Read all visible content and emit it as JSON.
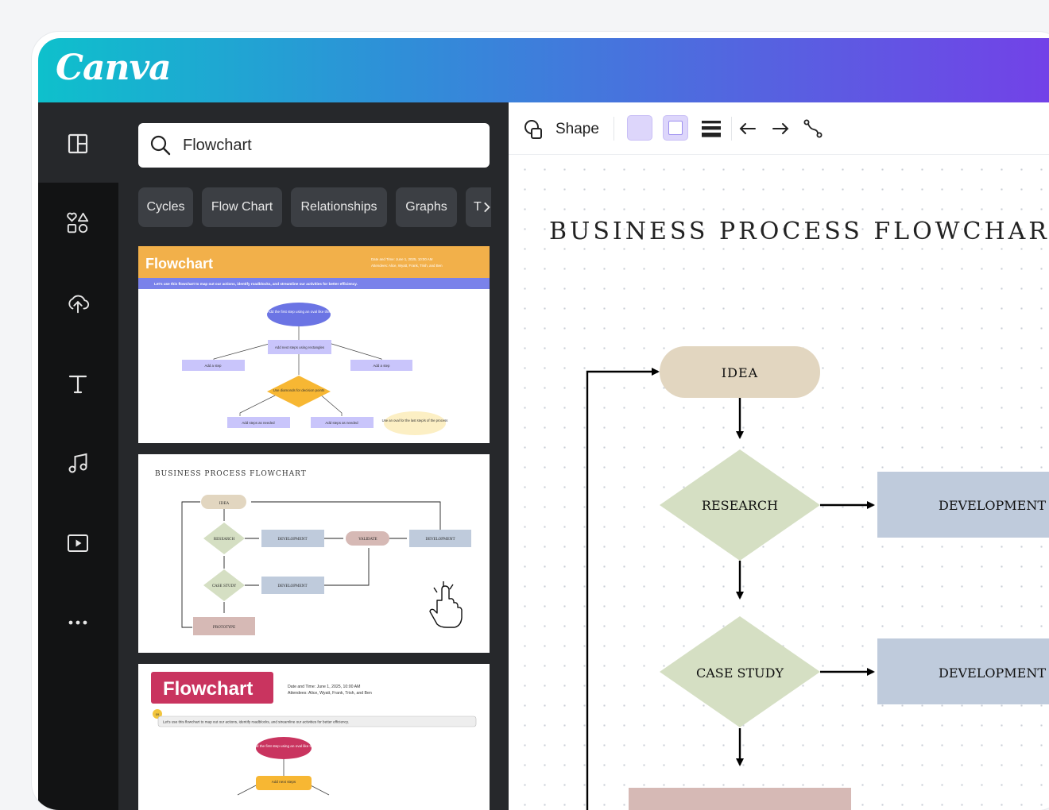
{
  "app": {
    "brand": "Canva"
  },
  "sidebar": {
    "items": [
      {
        "icon": "layout-icon"
      },
      {
        "icon": "elements-icon"
      },
      {
        "icon": "upload-icon"
      },
      {
        "icon": "text-icon"
      },
      {
        "icon": "music-icon"
      },
      {
        "icon": "video-icon"
      },
      {
        "icon": "more-icon"
      }
    ]
  },
  "search": {
    "value": "Flowchart",
    "icon": "search-icon"
  },
  "chips": [
    "Cycles",
    "Flow Chart",
    "Relationships",
    "Graphs",
    "T"
  ],
  "templates": {
    "t1": {
      "title": "Flowchart",
      "meta_line1": "Date and Time: June 1, 2025, 10:00 AM",
      "meta_line2": "Attendees: Alice, Wyatt, Frank, Trish, and Ben",
      "banner": "Let's use this flowchart to map out our actions, identify roadblocks, and streamline our activities for better efficiency.",
      "oval": "Add the first step using an oval like this",
      "rect_mid": "Add next steps using rectangles",
      "left_step": "Add a step",
      "right_step": "Add a step",
      "diamond": "Use diamonds for decision points",
      "bottom1": "Add steps as needed",
      "bottom2": "Add steps as needed",
      "end_oval": "Use an oval for the last step/s of the process",
      "colors": {
        "header": "#f2b04a",
        "banner": "#7a82ea",
        "oval": "#6b74e4",
        "rect": "#c9c5fb",
        "diamond": "#f7b733",
        "end": "#fcefc4"
      }
    },
    "t2": {
      "title": "BUSINESS PROCESS FLOWCHART",
      "idea": "IDEA",
      "research": "RESEARCH",
      "dev1": "DEVELOPMENT",
      "validate": "VALIDATE",
      "dev3": "DEVELOPMENT",
      "case": "CASE STUDY",
      "dev2": "DEVELOPMENT",
      "prototype": "PROTOTYPE"
    },
    "t3": {
      "title": "Flowchart",
      "meta_line1": "Date and Time: June 1, 2025, 10:00 AM",
      "meta_line2": "Attendees: Alice, Wyatt, Frank, Trish, and Ben",
      "badge": "09",
      "banner": "Let's use this flowchart to map out our actions, identify roadblocks, and streamline our activities for better efficiency.",
      "oval": "Add the first step using an oval like this",
      "rect": "Add next steps"
    }
  },
  "toolbar": {
    "shape_label": "Shape",
    "shape_icon": "shape-icon",
    "fill_color": "#ddd6fb",
    "border_color": "#b9a9f5"
  },
  "canvas": {
    "title": "BUSINESS PROCESS FLOWCHART",
    "idea": "IDEA",
    "research": "RESEARCH",
    "case_study": "CASE STUDY",
    "dev1": "DEVELOPMENT",
    "dev2": "DEVELOPMENT",
    "colors": {
      "idea": "#e2d6c0",
      "diamond": "#d5dfc3",
      "dev": "#bfcbdc",
      "proto": "#d6b9b5"
    }
  }
}
